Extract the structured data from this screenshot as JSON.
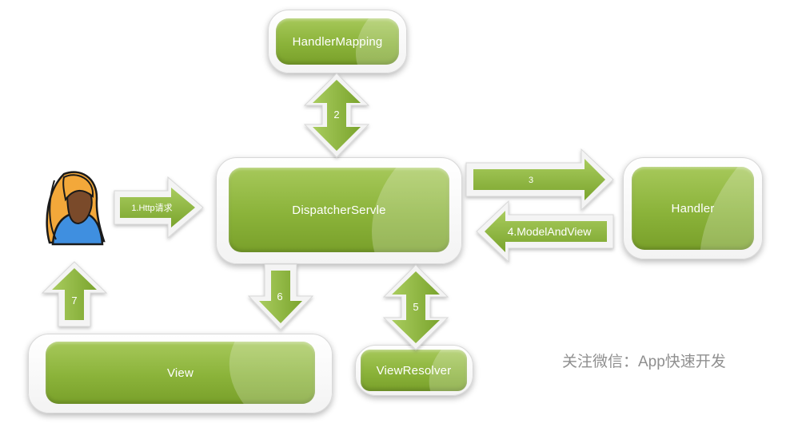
{
  "nodes": {
    "handler_mapping": "HandlerMapping",
    "dispatcher": "DispatcherServle",
    "handler": "Handler",
    "view": "View",
    "view_resolver": "ViewResolver"
  },
  "arrows": {
    "http_request": "1.Http请求",
    "step2": "2",
    "step3": "3",
    "model_and_view": "4.ModelAndView",
    "step5": "5",
    "step6": "6",
    "step7": "7"
  },
  "watermark": "关注微信：App快速开发",
  "colors": {
    "node_green": "#8bb33a",
    "arrow_green": "#8fb844",
    "frame": "#f5f5f5"
  },
  "icons": [
    "user-avatar-icon"
  ]
}
